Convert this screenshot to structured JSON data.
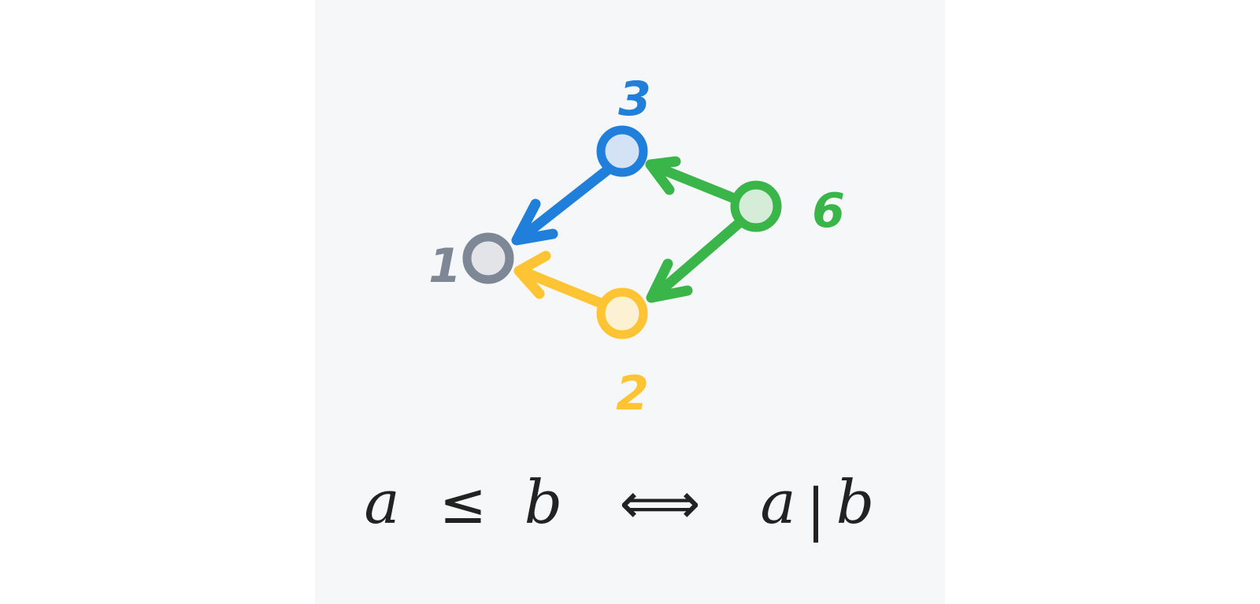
{
  "diagram": {
    "nodes": [
      {
        "id": "n1",
        "label": "1",
        "color": "#7d8795",
        "fill": "#e2e4e7"
      },
      {
        "id": "n2",
        "label": "2",
        "color": "#ffc433",
        "fill": "#fdf1d3"
      },
      {
        "id": "n3",
        "label": "3",
        "color": "#1f7fdb",
        "fill": "#d3e3f5"
      },
      {
        "id": "n6",
        "label": "6",
        "color": "#39b54a",
        "fill": "#d5ecd9"
      }
    ],
    "edges": [
      {
        "from": "3",
        "to": "1",
        "color": "#1f7fdb"
      },
      {
        "from": "2",
        "to": "1",
        "color": "#ffc433"
      },
      {
        "from": "6",
        "to": "3",
        "color": "#39b54a"
      },
      {
        "from": "6",
        "to": "2",
        "color": "#39b54a"
      }
    ]
  },
  "formula": {
    "lhs_a": "a",
    "leq": "≤",
    "lhs_b": "b",
    "iff": "⟺",
    "rhs_a": "a",
    "divides": "|",
    "rhs_b": "b"
  }
}
